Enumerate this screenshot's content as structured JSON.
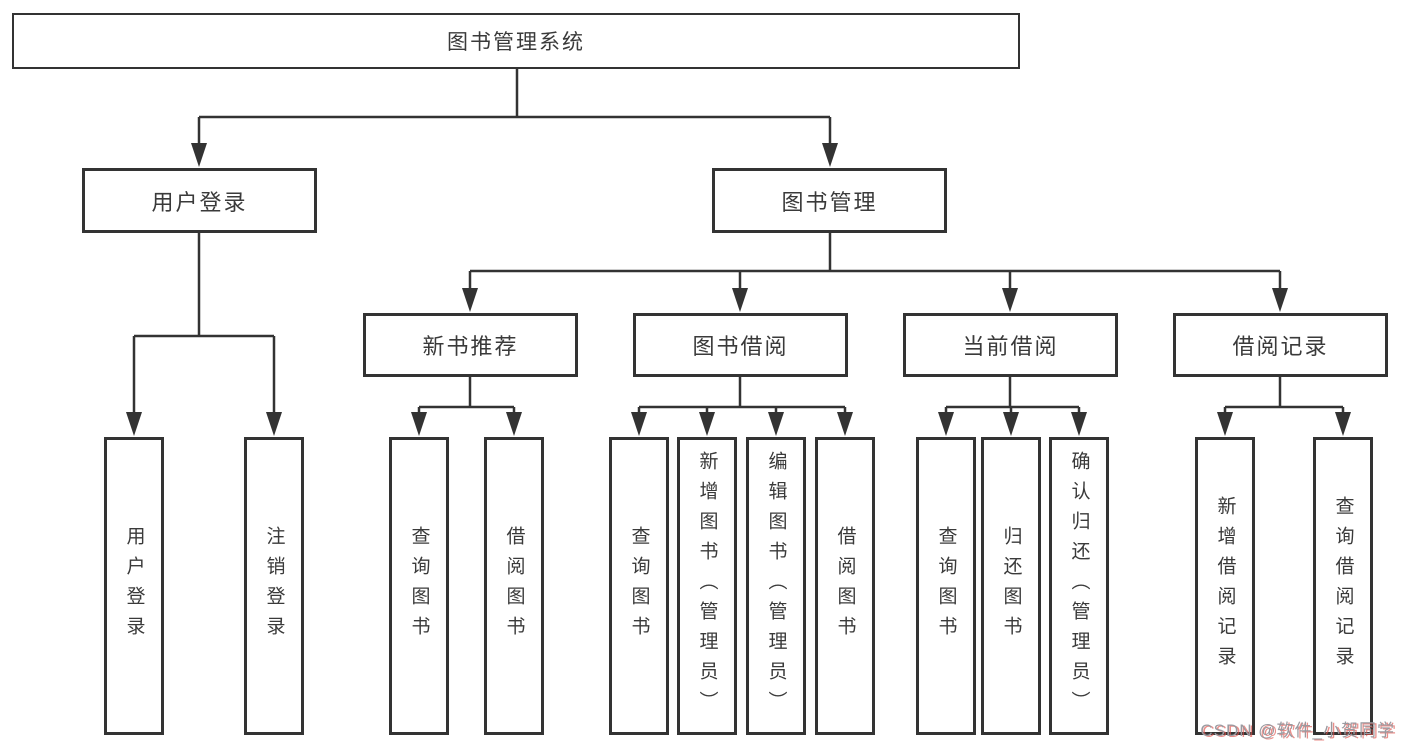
{
  "diagram": {
    "title": "图书管理系统",
    "root": {
      "label": "图书管理系统"
    },
    "level2": [
      {
        "label": "用户登录"
      },
      {
        "label": "图书管理"
      }
    ],
    "level3": [
      {
        "label": "新书推荐",
        "parent": "图书管理"
      },
      {
        "label": "图书借阅",
        "parent": "图书管理"
      },
      {
        "label": "当前借阅",
        "parent": "图书管理"
      },
      {
        "label": "借阅记录",
        "parent": "图书管理"
      }
    ],
    "leaves": [
      {
        "label": "用户登录",
        "parent": "用户登录"
      },
      {
        "label": "注销登录",
        "parent": "用户登录"
      },
      {
        "label": "查询图书",
        "parent": "新书推荐"
      },
      {
        "label": "借阅图书",
        "parent": "新书推荐"
      },
      {
        "label": "查询图书",
        "parent": "图书借阅"
      },
      {
        "label": "新增图书（管理员）",
        "parent": "图书借阅"
      },
      {
        "label": "编辑图书（管理员）",
        "parent": "图书借阅"
      },
      {
        "label": "借阅图书",
        "parent": "图书借阅"
      },
      {
        "label": "查询图书",
        "parent": "当前借阅"
      },
      {
        "label": "归还图书",
        "parent": "当前借阅"
      },
      {
        "label": "确认归还（管理员）",
        "parent": "当前借阅"
      },
      {
        "label": "新增借阅记录",
        "parent": "借阅记录"
      },
      {
        "label": "查询借阅记录",
        "parent": "借阅记录"
      }
    ]
  },
  "watermark": {
    "text": "CSDN @软件_小贺同学"
  },
  "colors": {
    "line": "#333333",
    "box_border": "#333333",
    "text": "#3a3a3a",
    "background": "#ffffff",
    "watermark_gray": "#9a9aa0",
    "watermark_red": "#df524b"
  }
}
